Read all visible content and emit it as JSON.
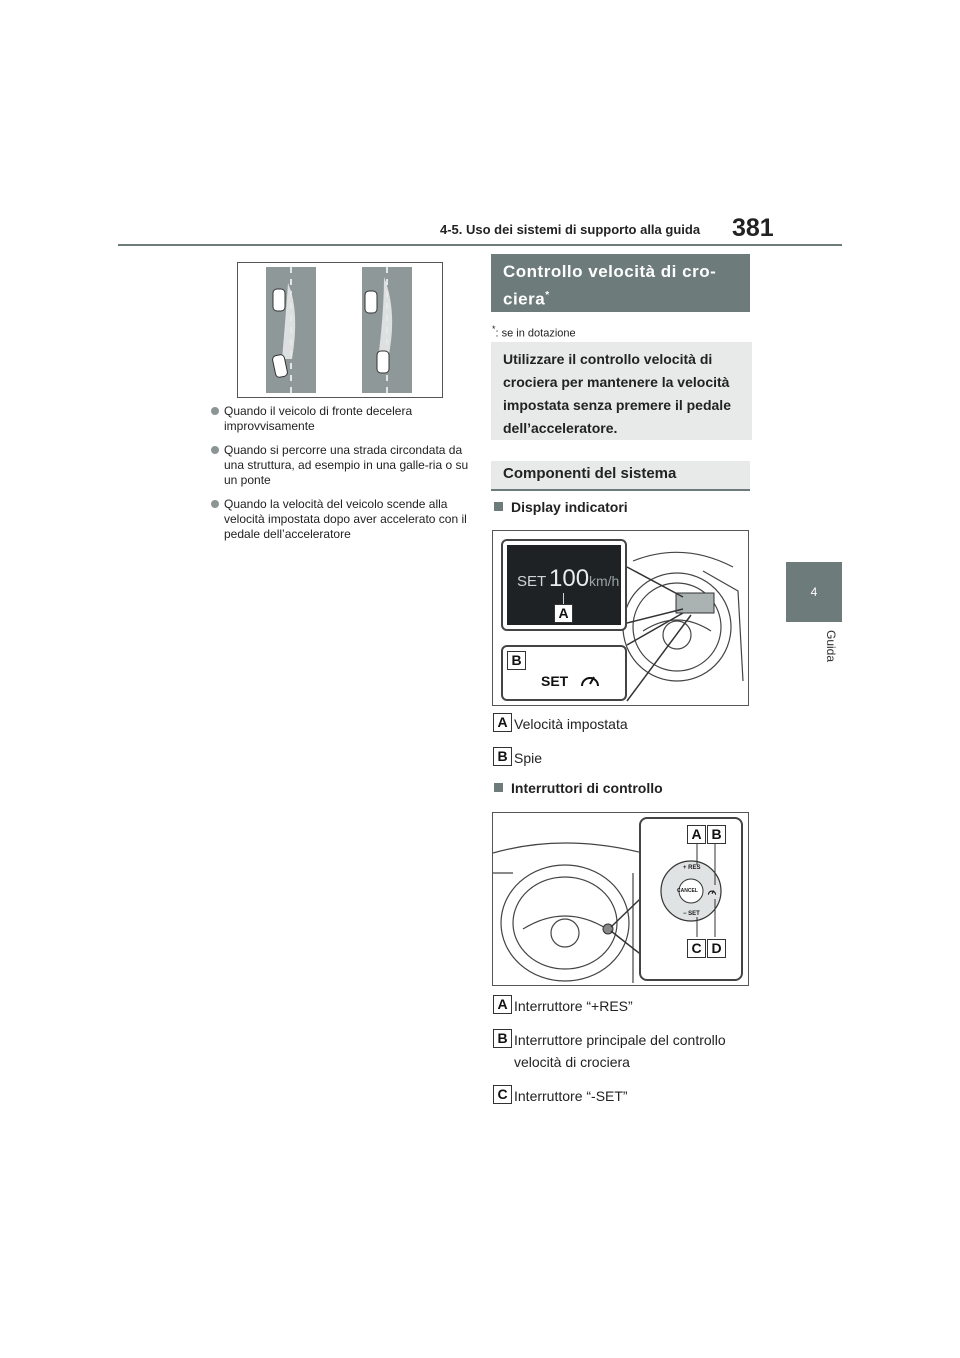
{
  "header": {
    "section_title": "4-5. Uso dei sistemi di supporto alla guida",
    "page_number": "381"
  },
  "side_tab": {
    "number": "4",
    "label": "Guida"
  },
  "left_column": {
    "bullets": [
      "Quando il veicolo di fronte decelera improvvisamente",
      "Quando si percorre una strada circondata da una struttura, ad esempio in una galle-ria o su un ponte",
      "Quando la velocità del veicolo scende alla velocità impostata dopo aver accelerato con il pedale dell’acceleratore"
    ]
  },
  "right_column": {
    "section1_title_line1": "Controllo velocità di cro-",
    "section1_title_line2": "ciera",
    "section1_asterisk": "*",
    "footnote_mark": "*",
    "footnote_text": ": se in dotazione",
    "intro_lines": [
      "Utilizzare il controllo velocità di",
      "crociera per mantenere la velocità",
      "impostata senza premere il pedale",
      "dell’acceleratore."
    ],
    "section2_title": "Componenti del sistema",
    "subhead1": "Display indicatori",
    "display_figure": {
      "set_text": "SET",
      "speed_value": "100",
      "speed_unit": "km/h",
      "callout_a": "A",
      "callout_b": "B",
      "lamp_text": "SET"
    },
    "legend1": [
      {
        "key": "A",
        "text": "Velocità impostata"
      },
      {
        "key": "B",
        "text": "Spie"
      }
    ],
    "subhead2": "Interruttori di controllo",
    "switch_figure": {
      "callouts": [
        "A",
        "B",
        "C",
        "D"
      ],
      "res_label": "+ RES",
      "cancel_label": "CANCEL",
      "set_label": "− SET"
    },
    "legend2": [
      {
        "key": "A",
        "text_lines": [
          "Interruttore “+RES”"
        ]
      },
      {
        "key": "B",
        "text_lines": [
          "Interruttore principale del controllo",
          "velocità di crociera"
        ]
      },
      {
        "key": "C",
        "text_lines": [
          "Interruttore “-SET”"
        ]
      }
    ]
  }
}
